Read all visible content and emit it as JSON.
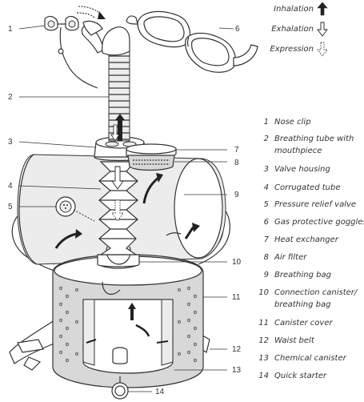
{
  "flow_legend": [
    {
      "label": "Inhalation",
      "icon": "solid-arrow-up-icon"
    },
    {
      "label": "Exhalation",
      "icon": "outline-arrow-down-icon"
    },
    {
      "label": "Expression",
      "icon": "dotted-arrow-down-icon"
    }
  ],
  "callout_numbers": [
    "1",
    "2",
    "3",
    "4",
    "5",
    "6",
    "7",
    "8",
    "9",
    "10",
    "11",
    "12",
    "13",
    "14"
  ],
  "parts": [
    {
      "num": "1",
      "lines": [
        "Nose clip"
      ]
    },
    {
      "num": "2",
      "lines": [
        "Breathing tube with",
        "mouthpiece"
      ]
    },
    {
      "num": "3",
      "lines": [
        "Valve housing"
      ]
    },
    {
      "num": "4",
      "lines": [
        "Corrugated tube"
      ]
    },
    {
      "num": "5",
      "lines": [
        "Pressure relief valve"
      ]
    },
    {
      "num": "6",
      "lines": [
        "Gas protective goggles"
      ]
    },
    {
      "num": "7",
      "lines": [
        "Heat exchanger"
      ]
    },
    {
      "num": "8",
      "lines": [
        "Air filter"
      ]
    },
    {
      "num": "9",
      "lines": [
        "Breathing bag"
      ]
    },
    {
      "num": "10",
      "lines": [
        "Connection canister/",
        "breathing bag"
      ]
    },
    {
      "num": "11",
      "lines": [
        "Canister cover"
      ]
    },
    {
      "num": "12",
      "lines": [
        "Waist belt"
      ]
    },
    {
      "num": "13",
      "lines": [
        "Chemical canister"
      ]
    },
    {
      "num": "14",
      "lines": [
        "Quick starter"
      ]
    }
  ]
}
